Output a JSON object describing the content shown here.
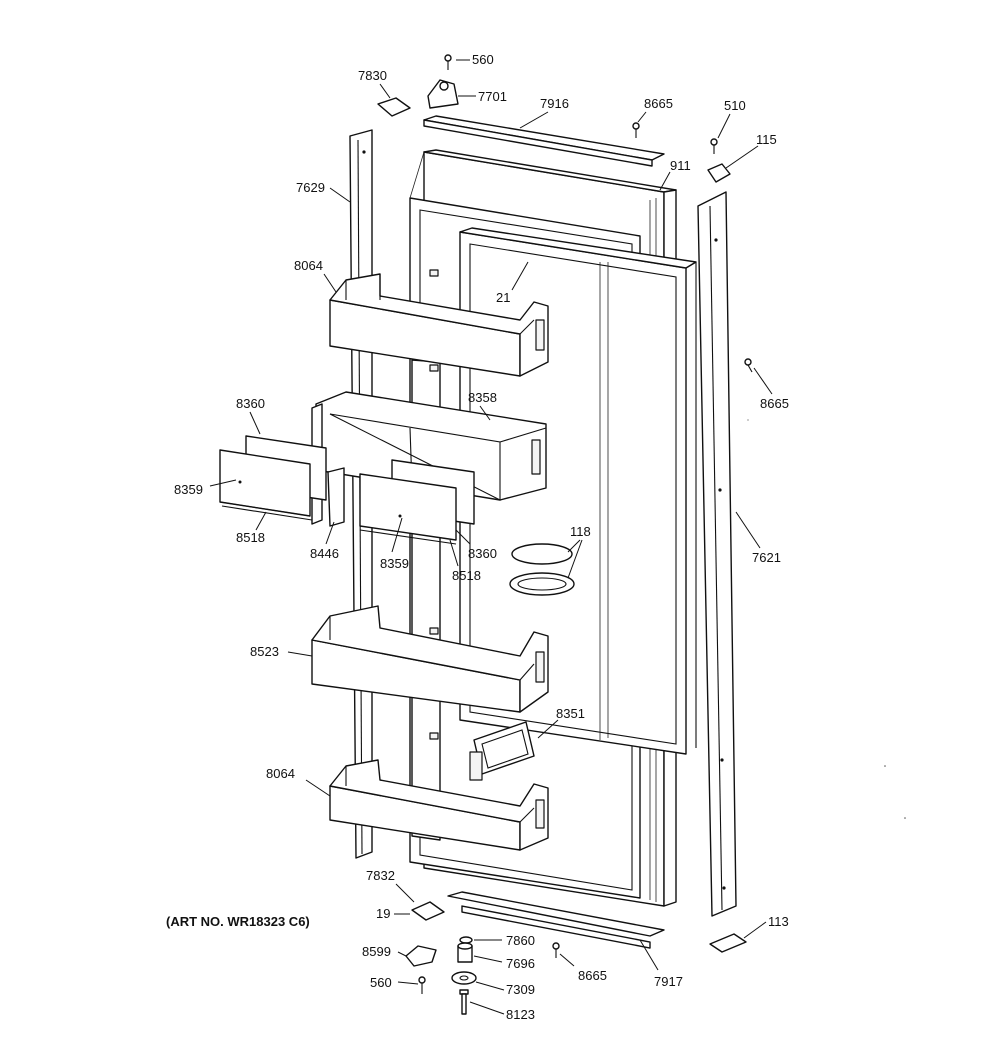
{
  "diagram": {
    "art_number": "(ART NO. WR18323 C6)",
    "labels": {
      "l560a": "560",
      "l7830": "7830",
      "l7701": "7701",
      "l7916": "7916",
      "l8665a": "8665",
      "l510": "510",
      "l115": "115",
      "l911": "911",
      "l7629": "7629",
      "l8064a": "8064",
      "l21": "21",
      "l8665b": "8665",
      "l8360a": "8360",
      "l8358": "8358",
      "l8359a": "8359",
      "l8518a": "8518",
      "l8446": "8446",
      "l8359b": "8359",
      "l8360b": "8360",
      "l8518b": "8518",
      "l118": "118",
      "l7621": "7621",
      "l8523": "8523",
      "l8351": "8351",
      "l8064b": "8064",
      "l7832": "7832",
      "l19": "19",
      "l7860": "7860",
      "l8599": "8599",
      "l7696": "7696",
      "l8665c": "8665",
      "l7917": "7917",
      "l113": "113",
      "l560b": "560",
      "l7309": "7309",
      "l8123": "8123"
    }
  }
}
